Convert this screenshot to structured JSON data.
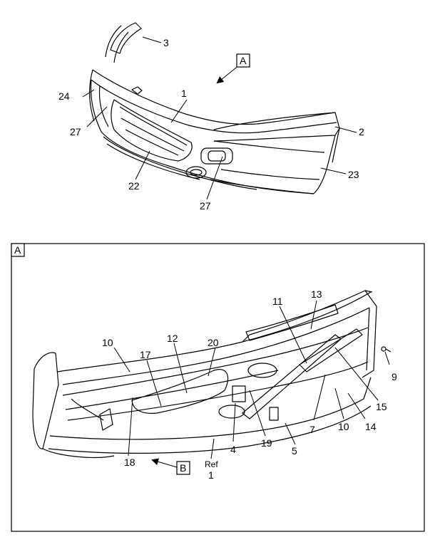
{
  "view_a_top": "A",
  "view_a_frame": "A",
  "view_b": "B",
  "ref_word": "Ref",
  "ref_num": "1",
  "callouts_top": {
    "c1": "1",
    "c2": "2",
    "c3": "3",
    "c22": "22",
    "c23": "23",
    "c24": "24",
    "c27a": "27",
    "c27b": "27"
  },
  "callouts_bottom": {
    "c4": "4",
    "c5": "5",
    "c7": "7",
    "c9": "9",
    "c10a": "10",
    "c10b": "10",
    "c11": "11",
    "c12": "12",
    "c13": "13",
    "c14": "14",
    "c15": "15",
    "c17": "17",
    "c18": "18",
    "c19": "19",
    "c20": "20"
  }
}
